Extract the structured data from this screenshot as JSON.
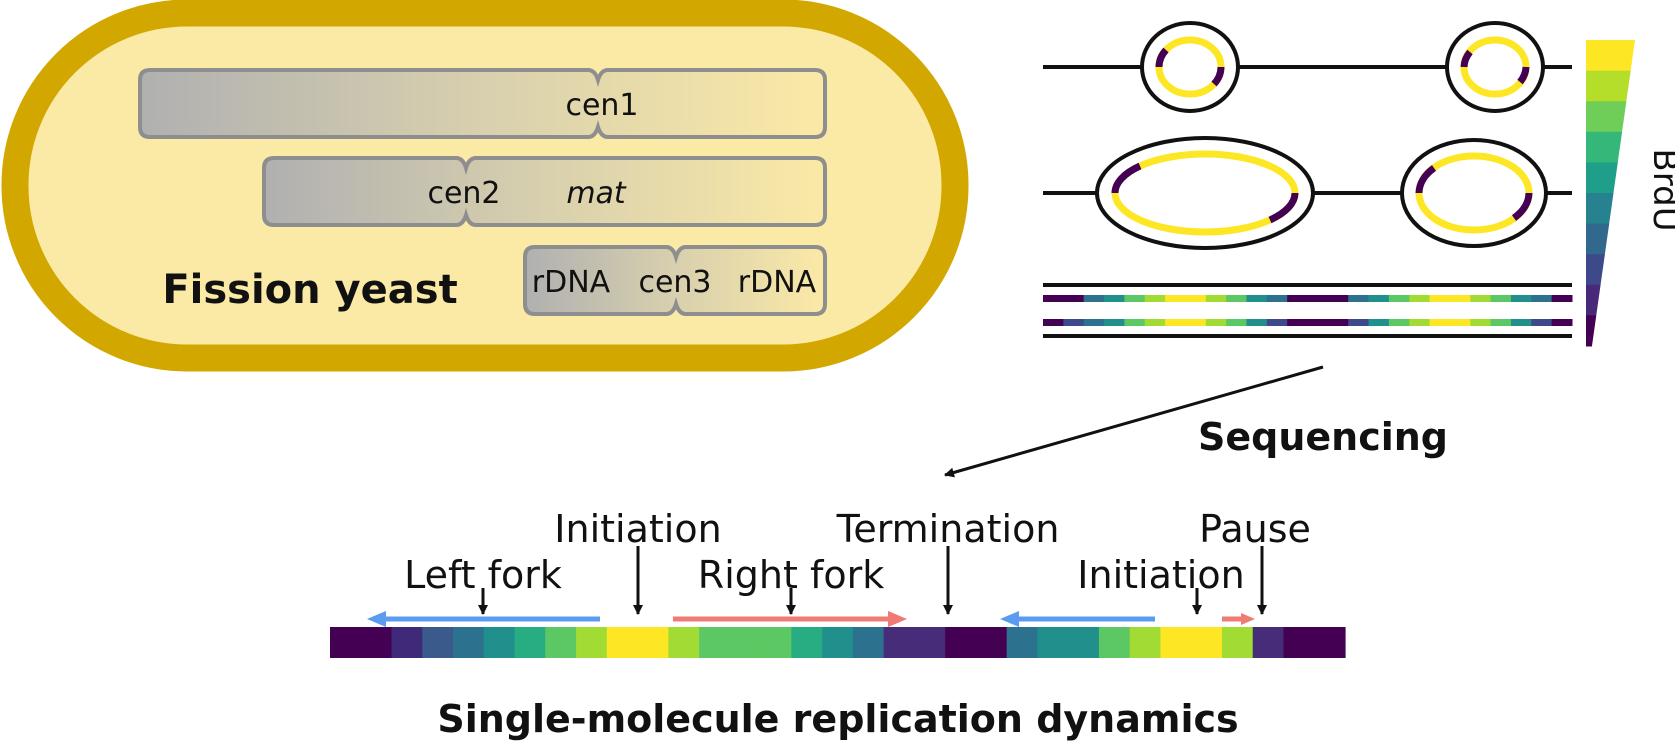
{
  "cell": {
    "title": "Fission yeast",
    "chromosomes": [
      {
        "id": "chr1",
        "labels": [
          "cen1"
        ]
      },
      {
        "id": "chr2",
        "labels": [
          "cen2",
          "mat"
        ]
      },
      {
        "id": "chr3",
        "labels": [
          "rDNA",
          "cen3",
          "rDNA"
        ]
      }
    ]
  },
  "brdu": {
    "label": "BrdU",
    "scale_colors": [
      "#fde725",
      "#b5de2b",
      "#6ece58",
      "#35b779",
      "#1f9e89",
      "#26828e",
      "#31688e",
      "#3e4989",
      "#482878",
      "#440154"
    ]
  },
  "sequencing": {
    "label": "Sequencing"
  },
  "dynamics": {
    "title": "Single-molecule replication dynamics",
    "annotations": {
      "left_fork": "Left fork",
      "initiation_1": "Initiation",
      "right_fork": "Right fork",
      "termination": "Termination",
      "initiation_2": "Initiation",
      "pause": "Pause"
    },
    "colors": {
      "left_fork_arrow": "#5b9bf0",
      "right_fork_arrow": "#f07a74"
    },
    "segments": [
      "#440154",
      "#440154",
      "#3e2a79",
      "#3a5a8c",
      "#2c728e",
      "#21908d",
      "#27ad81",
      "#5cc863",
      "#a2db34",
      "#fde725",
      "#fde725",
      "#a2db34",
      "#5cc863",
      "#5cc863",
      "#5cc863",
      "#27ad81",
      "#21908d",
      "#2c728e",
      "#472c7a",
      "#472c7a",
      "#440154",
      "#440154",
      "#2c728e",
      "#21908d",
      "#21908d",
      "#5cc863",
      "#a2db34",
      "#fde725",
      "#fde725",
      "#a2db34",
      "#472c7a",
      "#440154",
      "#440154"
    ]
  },
  "strands": {
    "top": [
      "#440154",
      "#440154",
      "#2c728e",
      "#21908d",
      "#5cc863",
      "#a2db34",
      "#fde725",
      "#fde725",
      "#a2db34",
      "#5cc863",
      "#21908d",
      "#2c728e",
      "#440154",
      "#440154",
      "#440154",
      "#2c728e",
      "#21908d",
      "#5cc863",
      "#a2db34",
      "#fde725",
      "#fde725",
      "#a2db34",
      "#5cc863",
      "#21908d",
      "#2c728e",
      "#440154"
    ],
    "bottom": [
      "#440154",
      "#3e4989",
      "#2c728e",
      "#21908d",
      "#5cc863",
      "#a2db34",
      "#fde725",
      "#fde725",
      "#a2db34",
      "#5cc863",
      "#21908d",
      "#3e4989",
      "#440154",
      "#440154",
      "#440154",
      "#3e4989",
      "#21908d",
      "#5cc863",
      "#a2db34",
      "#fde725",
      "#fde725",
      "#a2db34",
      "#5cc863",
      "#21908d",
      "#3e4989",
      "#440154"
    ]
  }
}
